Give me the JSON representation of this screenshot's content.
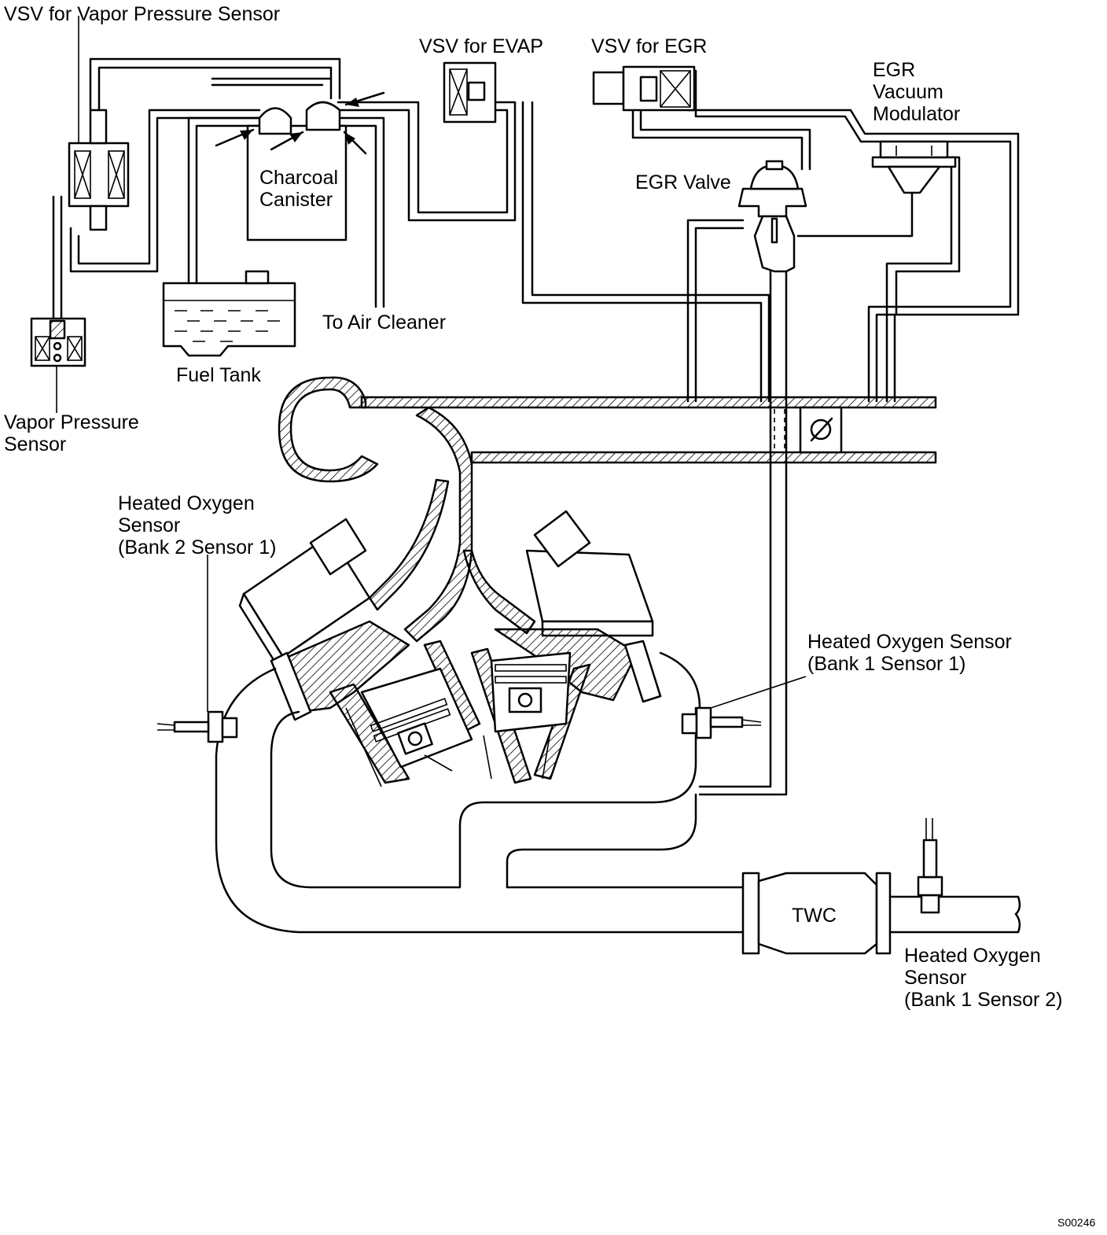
{
  "labels": {
    "vsv_vapor": "VSV for Vapor Pressure Sensor",
    "vsv_evap": "VSV for EVAP",
    "vsv_egr": "VSV for EGR",
    "egr_modulator": [
      "EGR",
      "Vacuum",
      "Modulator"
    ],
    "charcoal_canister": [
      "Charcoal",
      "Canister"
    ],
    "egr_valve": "EGR Valve",
    "to_air_cleaner": "To Air Cleaner",
    "fuel_tank": "Fuel Tank",
    "vapor_pressure_sensor": [
      "Vapor Pressure",
      "Sensor"
    ],
    "ho2_bank2_s1": [
      "Heated Oxygen",
      "Sensor",
      "(Bank 2 Sensor 1)"
    ],
    "ho2_bank1_s1": [
      "Heated Oxygen Sensor",
      "(Bank 1 Sensor 1)"
    ],
    "twc": "TWC",
    "ho2_bank1_s2": [
      "Heated Oxygen",
      "Sensor",
      "(Bank 1 Sensor 2)"
    ]
  },
  "figure_id": "S00246"
}
